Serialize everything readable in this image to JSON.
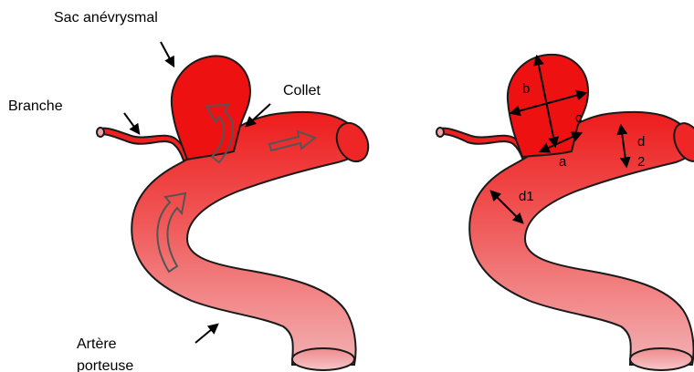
{
  "left_figure": {
    "labels": {
      "sac": "Sac anévrysmal",
      "collet": "Collet",
      "branche": "Branche",
      "artere_line1": "Artère",
      "artere_line2": "porteuse"
    }
  },
  "right_figure": {
    "measures": {
      "b": "b",
      "c": "c",
      "a": "a",
      "d": "d",
      "d_sub": "2",
      "d1": "d1"
    }
  },
  "colors": {
    "sac_red": "#ee1111",
    "vessel_top": "#ee2020",
    "vessel_bottom": "#f2a4a8",
    "outline": "#1a1a1a",
    "flow_arrow": "#555555"
  }
}
